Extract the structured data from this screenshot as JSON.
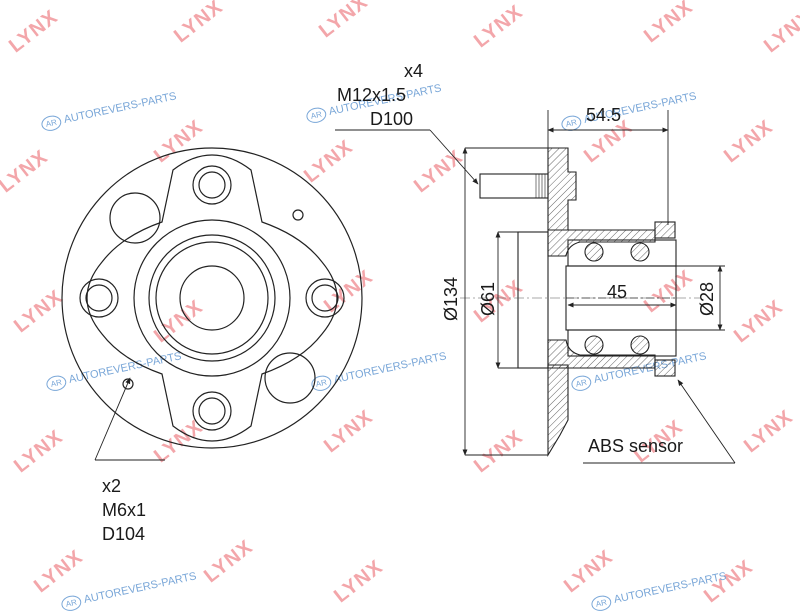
{
  "watermark": {
    "brand": "LYNX",
    "site": "AUTOREVERS-PARTS",
    "site_badge": "AR"
  },
  "front_view": {
    "callout": {
      "count": "x2",
      "thread": "M6x1",
      "code": "D104"
    }
  },
  "section_view": {
    "callout": {
      "count": "x4",
      "thread": "M12x1.5",
      "code": "D100"
    },
    "dims": {
      "stud_length": "54.5",
      "flange_dia": "Ø134",
      "pilot_dia": "Ø61",
      "bearing_width": "45",
      "bore_dia": "Ø28"
    },
    "sensor_label": "ABS sensor"
  }
}
